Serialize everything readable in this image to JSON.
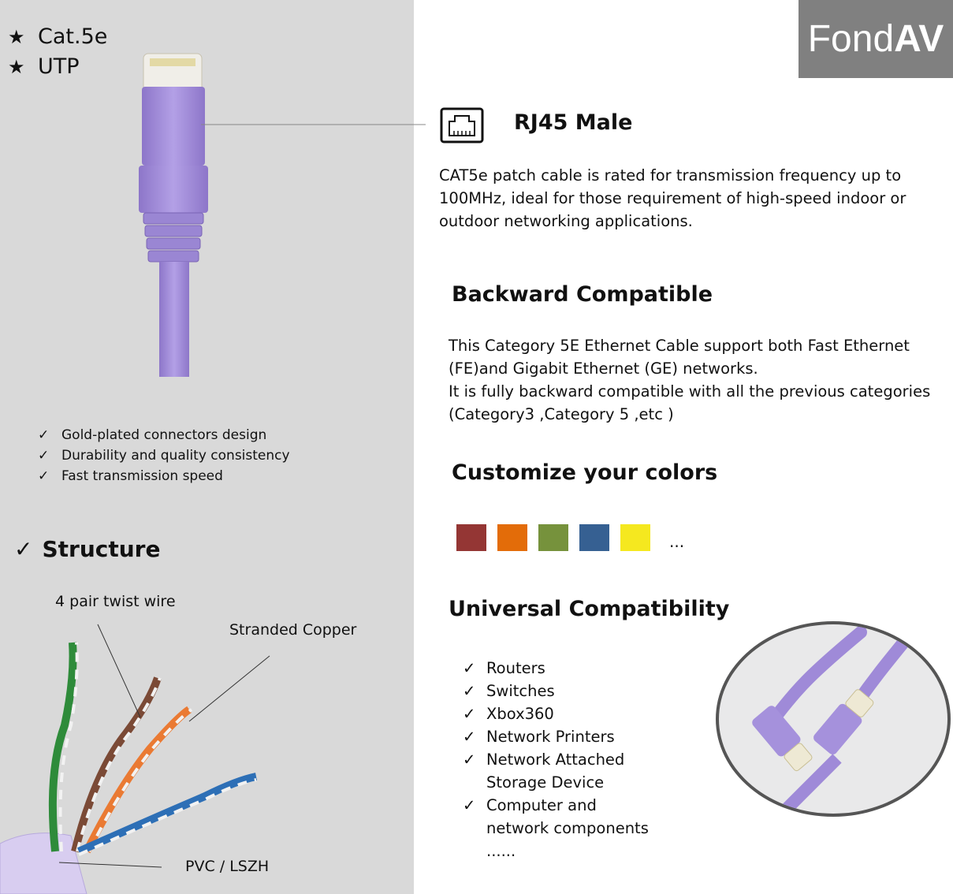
{
  "tags": [
    "Cat.5e",
    "UTP"
  ],
  "features": [
    "Gold-plated connectors design",
    "Durability and quality consistency",
    "Fast transmission speed"
  ],
  "structure": {
    "title": "Structure",
    "labels": {
      "pairs": "4 pair twist wire",
      "copper": "Stranded Copper",
      "jacket": "PVC / LSZH"
    }
  },
  "logo": {
    "part1": "Fond",
    "part2": "AV"
  },
  "rj45": {
    "title": "RJ45 Male",
    "text": "CAT5e patch cable is rated for transmission frequency up to 100MHz, ideal for those requirement of high-speed indoor or outdoor networking applications."
  },
  "backward": {
    "title": "Backward Compatible",
    "line1": "This Category 5E Ethernet Cable support both Fast Ethernet (FE)and Gigabit Ethernet (GE) networks.",
    "line2": "It is fully backward compatible with all the previous categories (Category3 ,Category 5 ,etc )"
  },
  "colors": {
    "title": "Customize your colors",
    "swatches": [
      "#943634",
      "#e36c09",
      "#76923c",
      "#366092",
      "#f5e81f"
    ],
    "more": "..."
  },
  "universal": {
    "title": "Universal Compatibility",
    "items": [
      "Routers",
      "Switches",
      "Xbox360",
      "Network Printers",
      "Network Attached\nStorage Device",
      "Computer and\nnetwork components"
    ],
    "more": "......"
  },
  "icons": {
    "check": "check-icon",
    "star": "star-icon",
    "port": "ethernet-port-icon"
  }
}
